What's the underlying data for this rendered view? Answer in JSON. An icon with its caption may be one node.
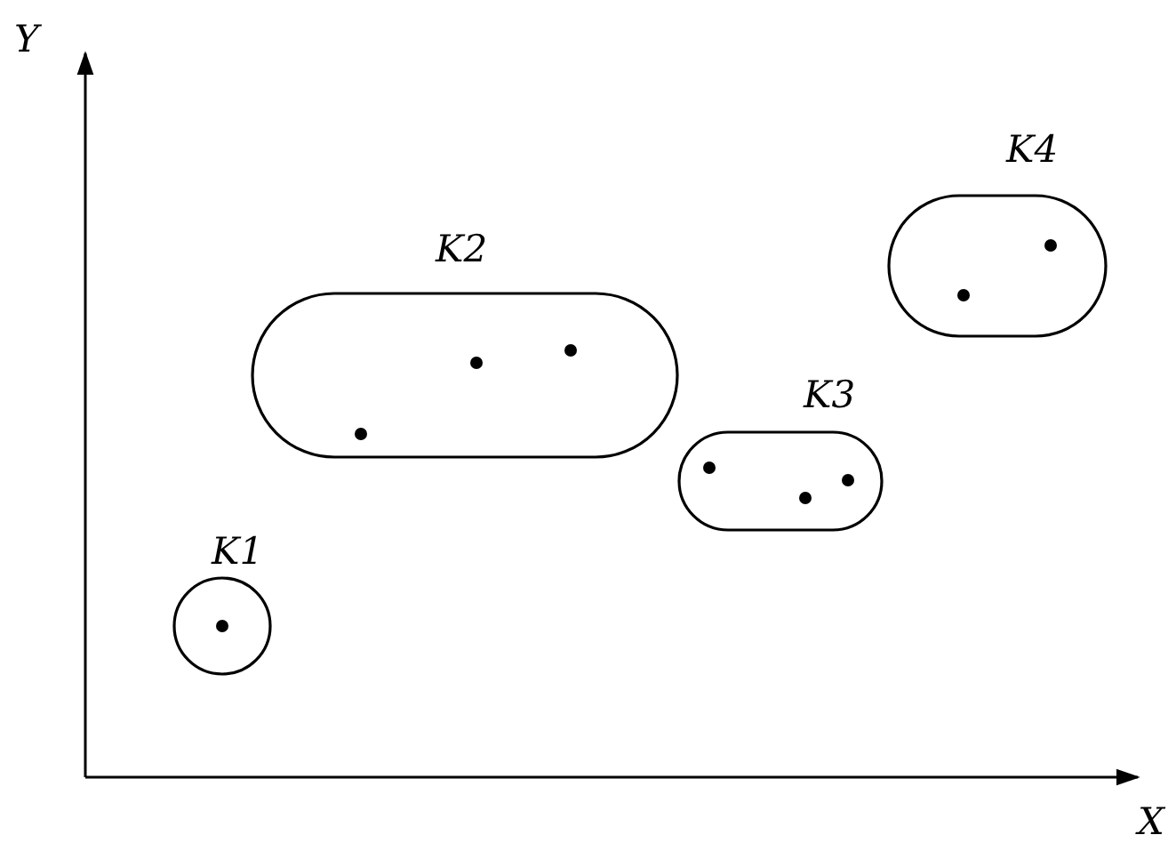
{
  "diagram": {
    "nodes": [
      {
        "text": [
          "K4"
        ]
      },
      {
        "text": [
          "K2"
        ]
      },
      {
        "text": [
          "K3"
        ]
      },
      {
        "text": [
          "K1"
        ]
      }
    ],
    "edges": [],
    "labels": [
      "Y",
      "X"
    ]
  }
}
